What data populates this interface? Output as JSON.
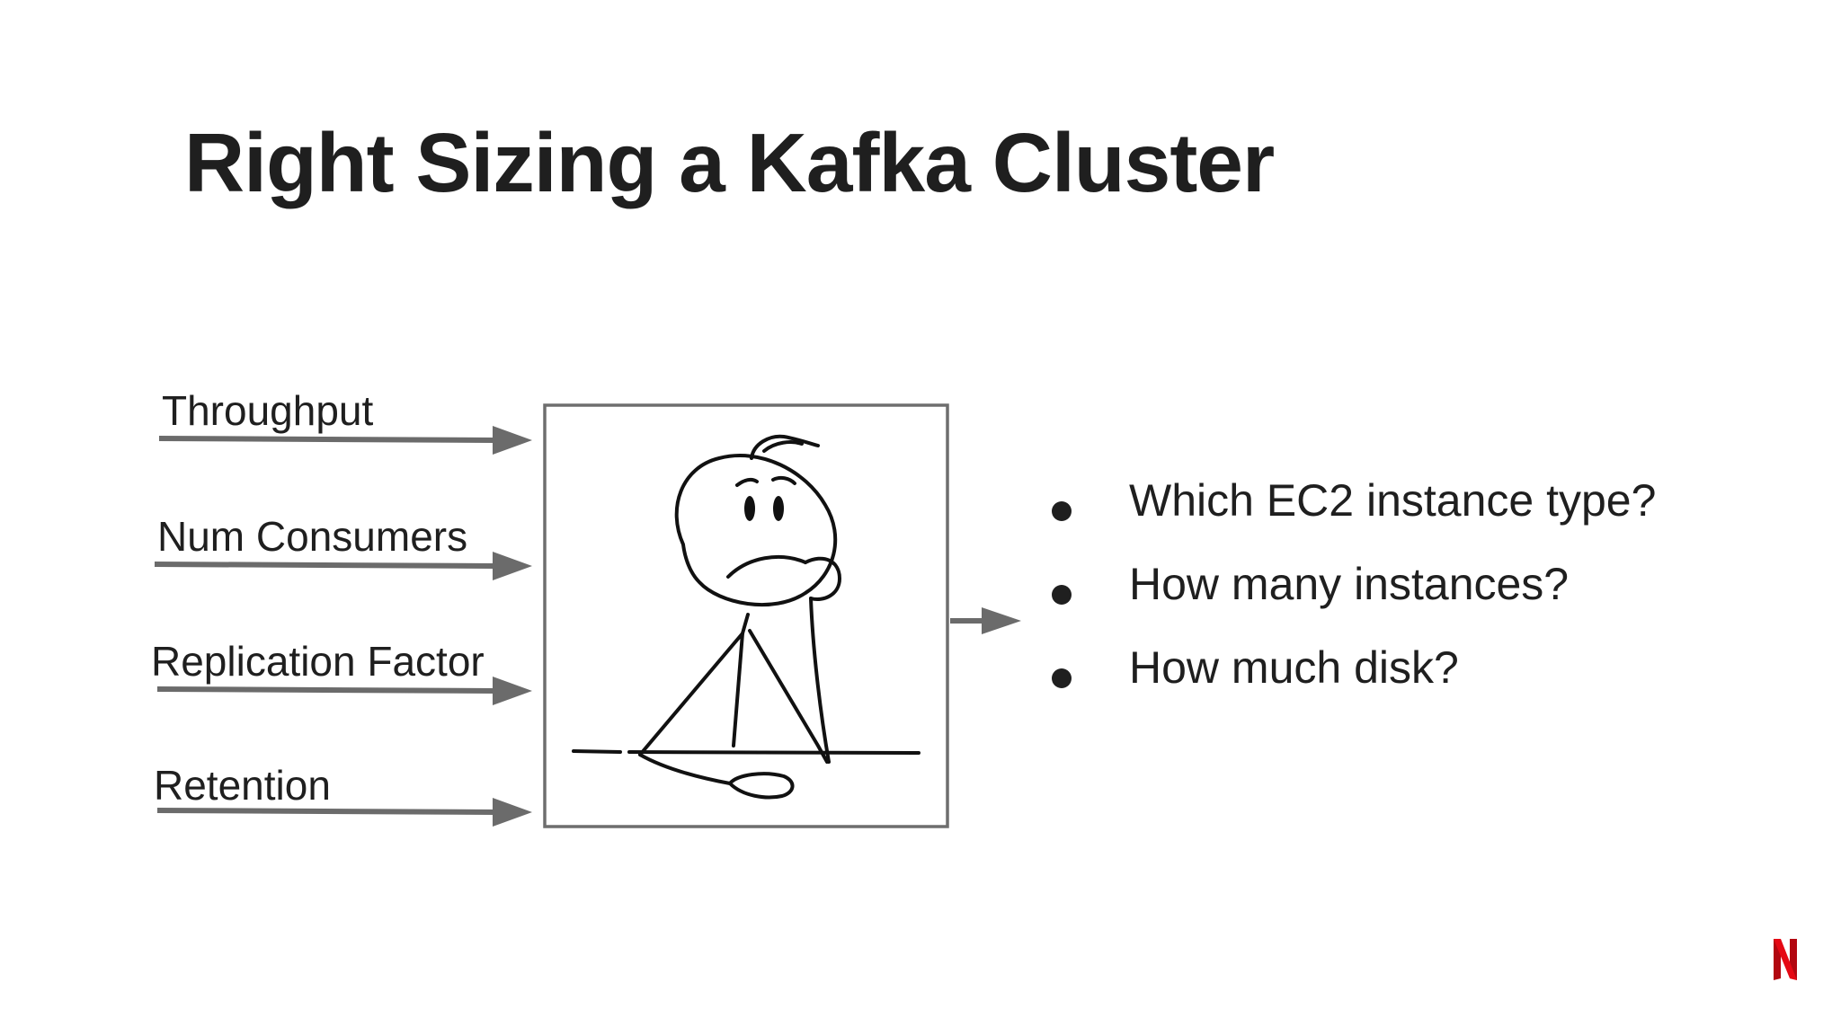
{
  "slide": {
    "title": "Right Sizing a Kafka Cluster",
    "inputs": [
      "Throughput",
      "Num Consumers",
      "Replication Factor",
      "Retention"
    ],
    "outputs": [
      "Which EC2 instance type?",
      "How many instances?",
      "How much disk?"
    ],
    "illustration": "thinking-stick-figure-icon",
    "logo": "netflix-n-logo",
    "colors": {
      "text": "#1f1f1f",
      "arrow": "#6b6b6b",
      "box_border": "#6e6e6e",
      "logo": "#e50914"
    }
  }
}
